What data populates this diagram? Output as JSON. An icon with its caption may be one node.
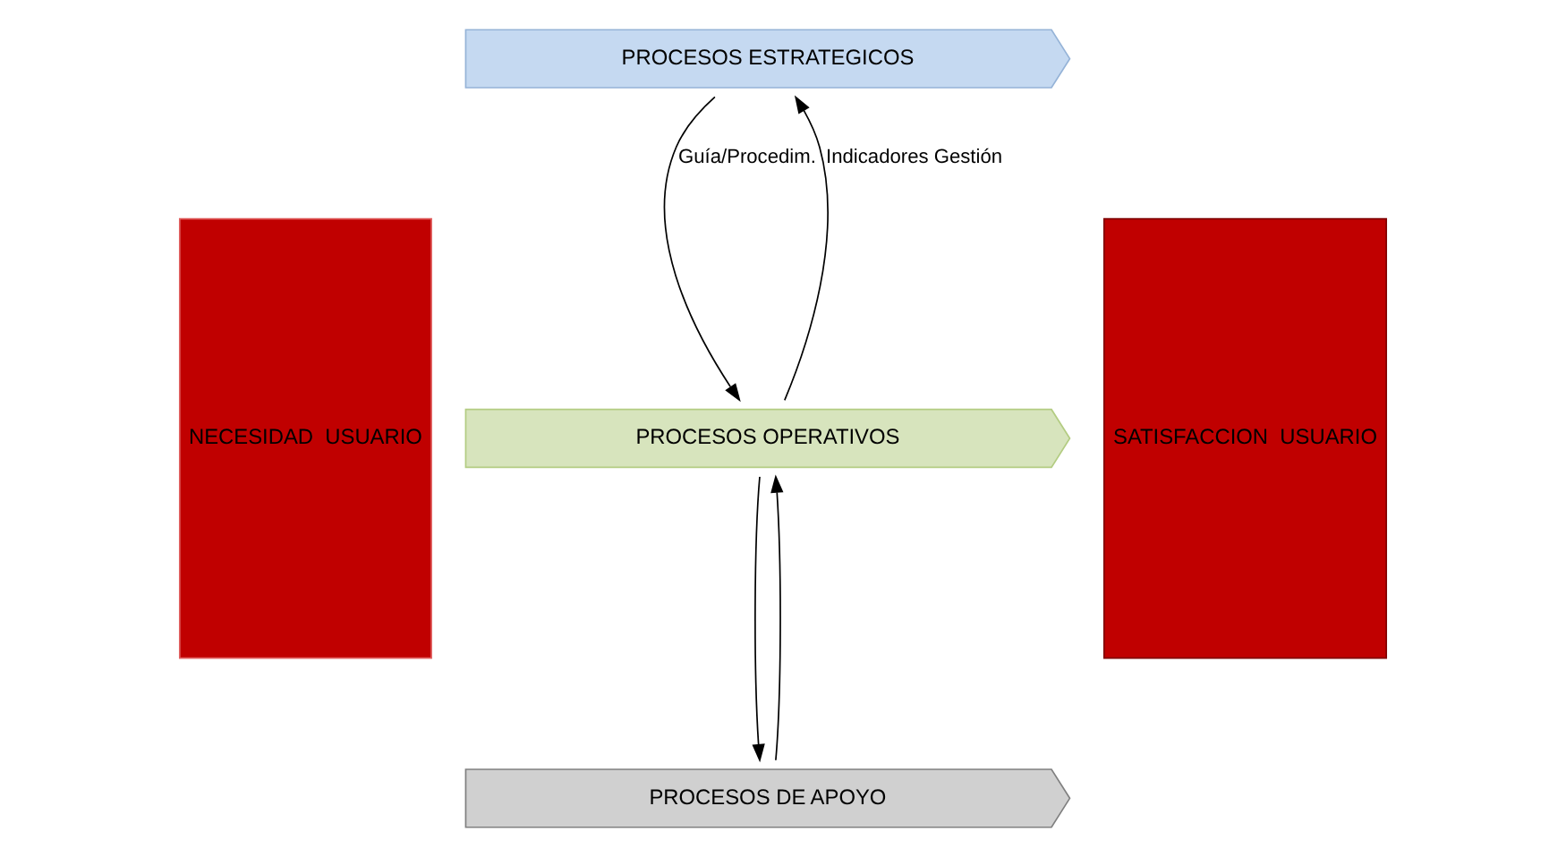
{
  "diagram": {
    "nodes": [
      {
        "text": [
          "NECESIDAD  USUARIO"
        ]
      },
      {
        "text": [
          "PROCESOS ESTRATEGICOS"
        ]
      },
      {
        "text": [
          "PROCESOS OPERATIVOS"
        ]
      },
      {
        "text": [
          "PROCESOS DE APOYO"
        ]
      },
      {
        "text": [
          "SATISFACCION  USUARIO"
        ]
      }
    ],
    "edges": [
      {
        "from": 1,
        "to": 2,
        "arrow": "to",
        "label": "Guía/Procedim."
      },
      {
        "from": 2,
        "to": 1,
        "arrow": "to",
        "label": "Indicadores Gestión"
      },
      {
        "from": 2,
        "to": 3,
        "arrow": "to"
      },
      {
        "from": 3,
        "to": 2,
        "arrow": "to"
      }
    ]
  }
}
